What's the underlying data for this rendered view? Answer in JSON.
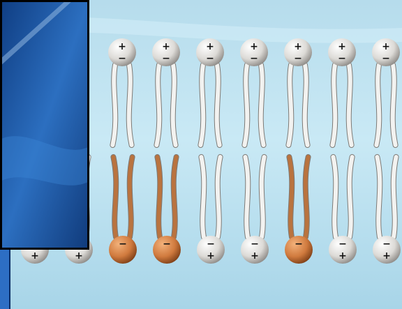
{
  "scene": {
    "description_labels": {
      "top_row_heads": [
        {
          "top": "+",
          "bottom": "−",
          "tone": "white"
        },
        {
          "top": "+",
          "bottom": "−",
          "tone": "white"
        },
        {
          "top": "+",
          "bottom": "−",
          "tone": "white"
        },
        {
          "top": "+",
          "bottom": "−",
          "tone": "white"
        },
        {
          "top": "+",
          "bottom": "−",
          "tone": "white"
        },
        {
          "top": "+",
          "bottom": "−",
          "tone": "white"
        },
        {
          "top": "+",
          "bottom": "−",
          "tone": "white"
        }
      ],
      "bottom_row_heads": [
        {
          "top": "",
          "bottom": "+",
          "tone": "white"
        },
        {
          "top": "",
          "bottom": "+",
          "tone": "white"
        },
        {
          "top": "−",
          "bottom": "",
          "tone": "orange"
        },
        {
          "top": "−",
          "bottom": "",
          "tone": "orange"
        },
        {
          "top": "−",
          "bottom": "+",
          "tone": "white"
        },
        {
          "top": "−",
          "bottom": "+",
          "tone": "white"
        },
        {
          "top": "−",
          "bottom": "",
          "tone": "orange"
        },
        {
          "top": "−",
          "bottom": "+",
          "tone": "white"
        },
        {
          "top": "−",
          "bottom": "+",
          "tone": "white"
        }
      ]
    },
    "colors": {
      "background": "#bfe3f2",
      "inset_background": "#1f5aa6",
      "head_white": "#e8e6e2",
      "head_orange": "#d07a3e",
      "tail_white": "#f2f2f0",
      "tail_orange": "#b9733f"
    }
  }
}
